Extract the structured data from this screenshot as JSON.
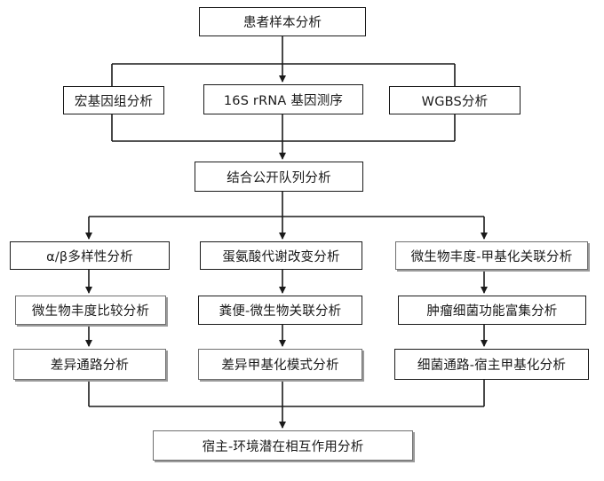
{
  "diagram": {
    "top": "患者样本分析",
    "methods": [
      "宏基因组分析",
      "16S rRNA 基因测序",
      "WGBS分析"
    ],
    "merge": "结合公开队列分析",
    "columns": [
      {
        "header": "α/β多样性分析",
        "steps": [
          "微生物丰度比较分析",
          "差异通路分析"
        ]
      },
      {
        "header": "蛋氨酸代谢改变分析",
        "steps": [
          "粪便-微生物关联分析",
          "差异甲基化模式分析"
        ]
      },
      {
        "header": "微生物丰度-甲基化关联分析",
        "steps": [
          "肿瘤细菌功能富集分析",
          "细菌通路-宿主甲基化分析"
        ]
      }
    ],
    "bottom": "宿主-环境潜在相互作用分析"
  }
}
